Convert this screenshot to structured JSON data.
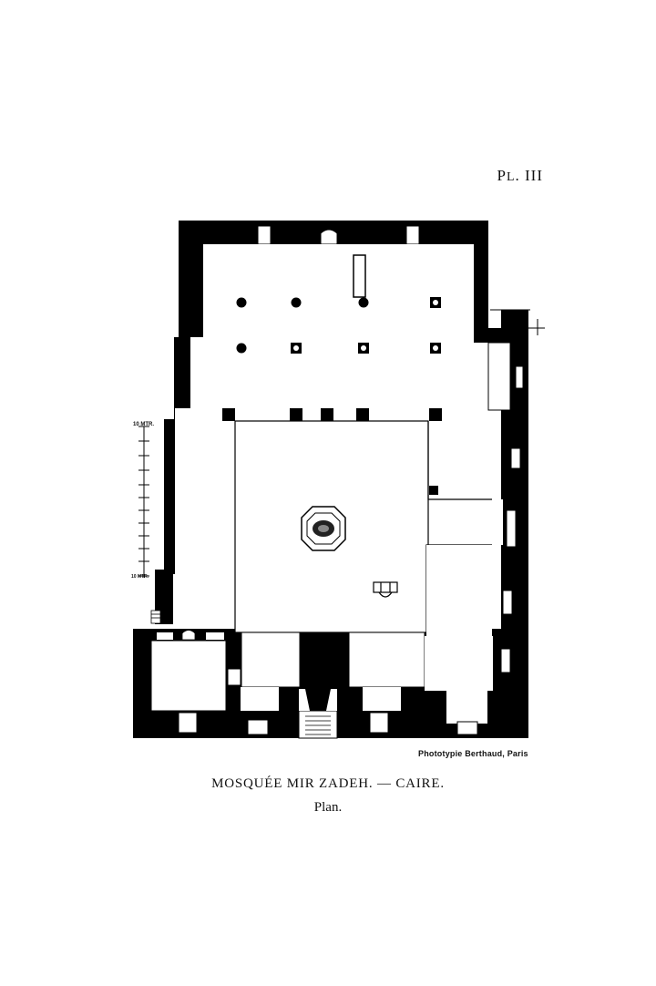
{
  "plate": {
    "prefix": "P",
    "small": "L",
    "number": "III"
  },
  "credit": "Phototypie Berthaud, Paris",
  "caption": "MOSQUÉE MIR ZADEH. — CAIRE.",
  "subcaption": "Plan.",
  "scale": {
    "top_label": "10 MTR.",
    "bottom_label": "10 MTR."
  }
}
